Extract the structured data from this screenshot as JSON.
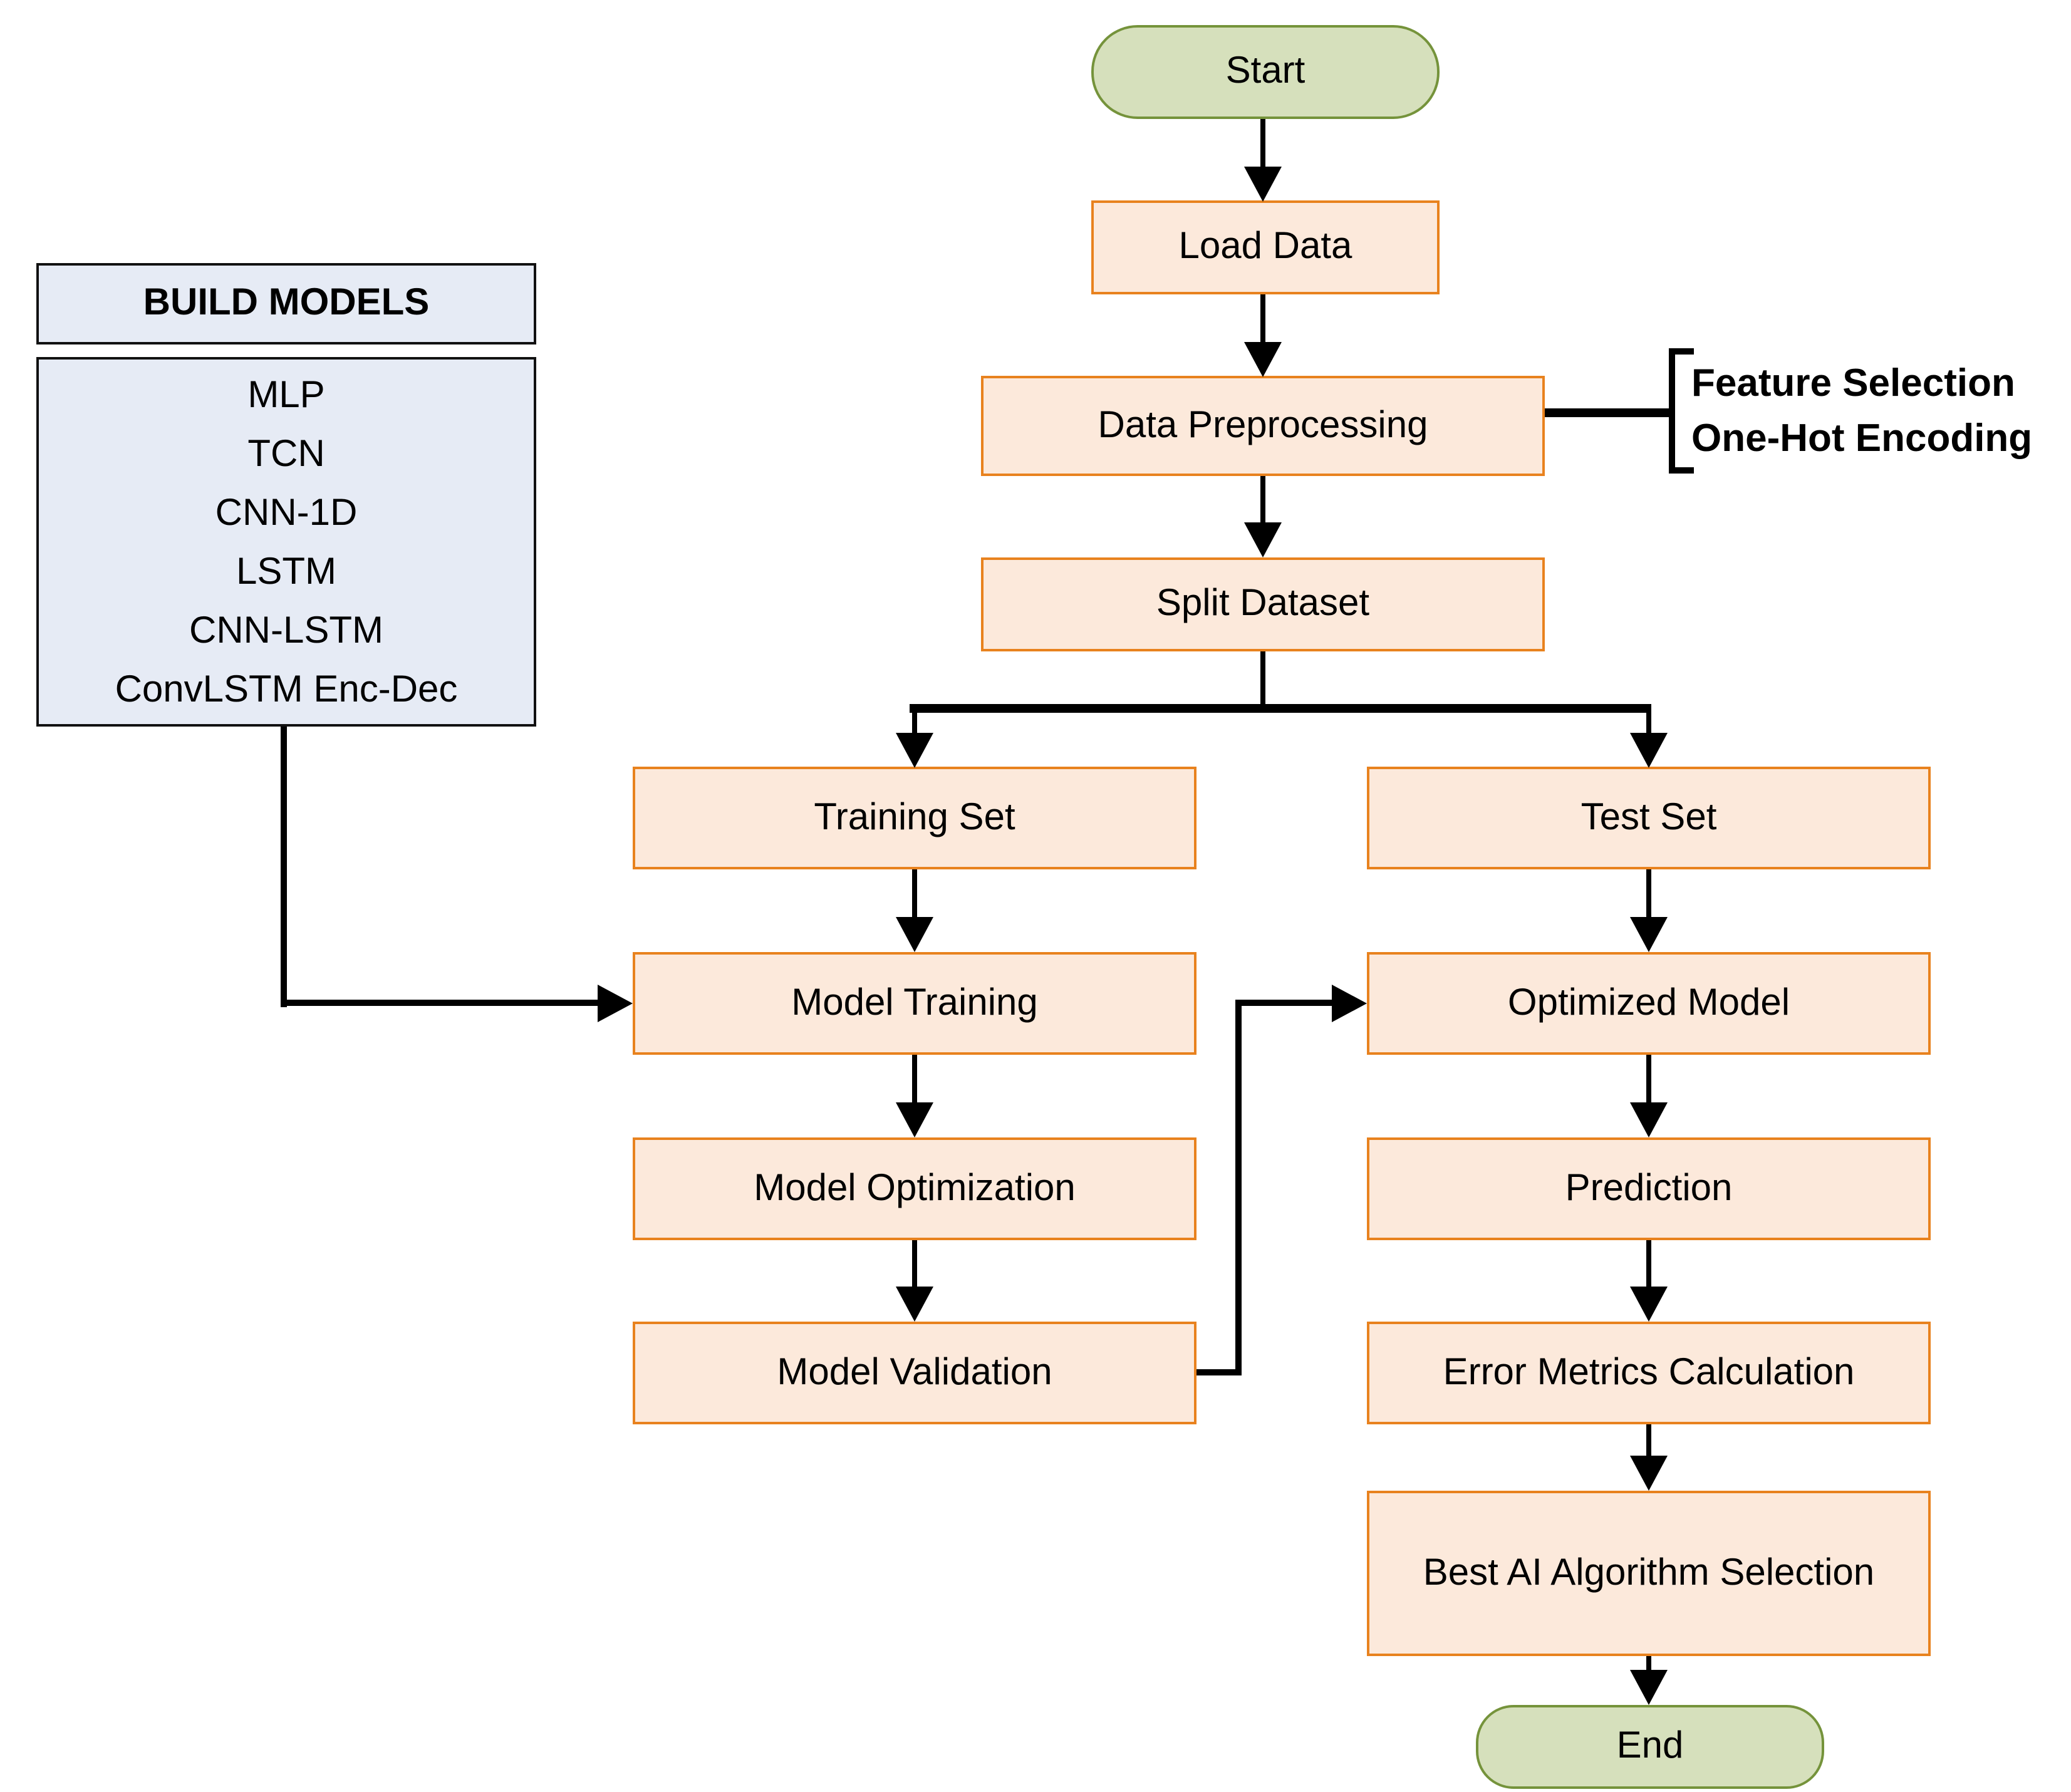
{
  "nodes": {
    "start": {
      "label": "Start"
    },
    "load_data": {
      "label": "Load Data"
    },
    "data_preprocessing": {
      "label": "Data Preprocessing"
    },
    "split_dataset": {
      "label": "Split Dataset"
    },
    "training_set": {
      "label": "Training Set"
    },
    "test_set": {
      "label": "Test Set"
    },
    "model_training": {
      "label": "Model Training"
    },
    "model_optimization": {
      "label": "Model Optimization"
    },
    "model_validation": {
      "label": "Model Validation"
    },
    "optimized_model": {
      "label": "Optimized Model"
    },
    "prediction": {
      "label": "Prediction"
    },
    "error_metrics": {
      "label": "Error Metrics Calculation"
    },
    "best_ai": {
      "label": "Best AI Algorithm Selection"
    },
    "end": {
      "label": "End"
    }
  },
  "build_models": {
    "title": "BUILD MODELS",
    "items": [
      "MLP",
      "TCN",
      "CNN-1D",
      "LSTM",
      "CNN-LSTM",
      "ConvLSTM Enc-Dec"
    ]
  },
  "annotation": {
    "line1": "Feature Selection",
    "line2": "One-Hot Encoding"
  },
  "colors": {
    "process_fill": "#FCE9DB",
    "process_border": "#E8821E",
    "terminal_fill": "#D6E0BC",
    "terminal_border": "#75933B",
    "panel_fill": "#E6EBF5",
    "panel_border": "#111111",
    "connector": "#000000",
    "text": "#000000"
  }
}
